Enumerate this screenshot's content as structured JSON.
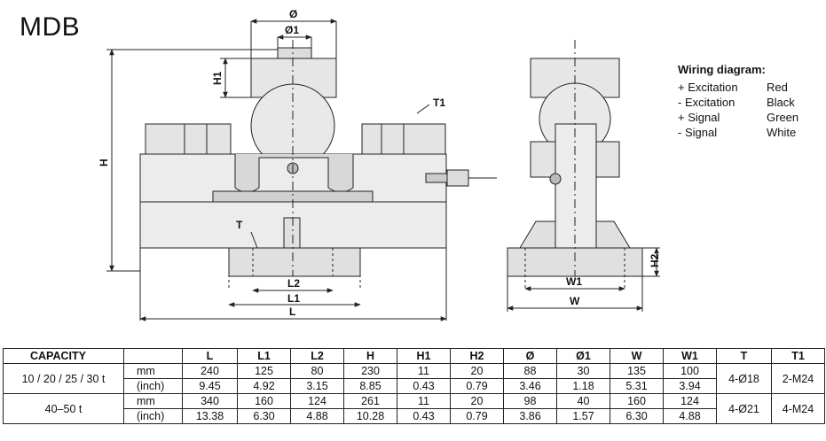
{
  "title": "MDB",
  "drawing_labels": {
    "phi": "Ø",
    "phi1": "Ø1",
    "h1": "H1",
    "h": "H",
    "t1": "T1",
    "t": "T",
    "l2": "L2",
    "l1": "L1",
    "l": "L",
    "h2": "H2",
    "w1": "W1",
    "w": "W"
  },
  "wiring": {
    "title": "Wiring diagram:",
    "rows": [
      {
        "signal": "+ Excitation",
        "color": "Red"
      },
      {
        "signal": "- Excitation",
        "color": "Black"
      },
      {
        "signal": "+ Signal",
        "color": "Green"
      },
      {
        "signal": "- Signal",
        "color": "White"
      }
    ]
  },
  "table": {
    "capacity_header": "CAPACITY",
    "columns": [
      "L",
      "L1",
      "L2",
      "H",
      "H1",
      "H2",
      "Ø",
      "Ø1",
      "W",
      "W1",
      "T",
      "T1"
    ],
    "rows": [
      {
        "capacity": "10 / 20 / 25 / 30 t",
        "mm_label": "mm",
        "inch_label": "(inch)",
        "mm": [
          "240",
          "125",
          "80",
          "230",
          "11",
          "20",
          "88",
          "30",
          "135",
          "100"
        ],
        "inch": [
          "9.45",
          "4.92",
          "3.15",
          "8.85",
          "0.43",
          "0.79",
          "3.46",
          "1.18",
          "5.31",
          "3.94"
        ],
        "T": "4-Ø18",
        "T1": "2-M24"
      },
      {
        "capacity": "40–50 t",
        "mm_label": "mm",
        "inch_label": "(inch)",
        "mm": [
          "340",
          "160",
          "124",
          "261",
          "11",
          "20",
          "98",
          "40",
          "160",
          "124"
        ],
        "inch": [
          "13.38",
          "6.30",
          "4.88",
          "10.28",
          "0.43",
          "0.79",
          "3.86",
          "1.57",
          "6.30",
          "4.88"
        ],
        "T": "4-Ø21",
        "T1": "4-M24"
      }
    ]
  }
}
